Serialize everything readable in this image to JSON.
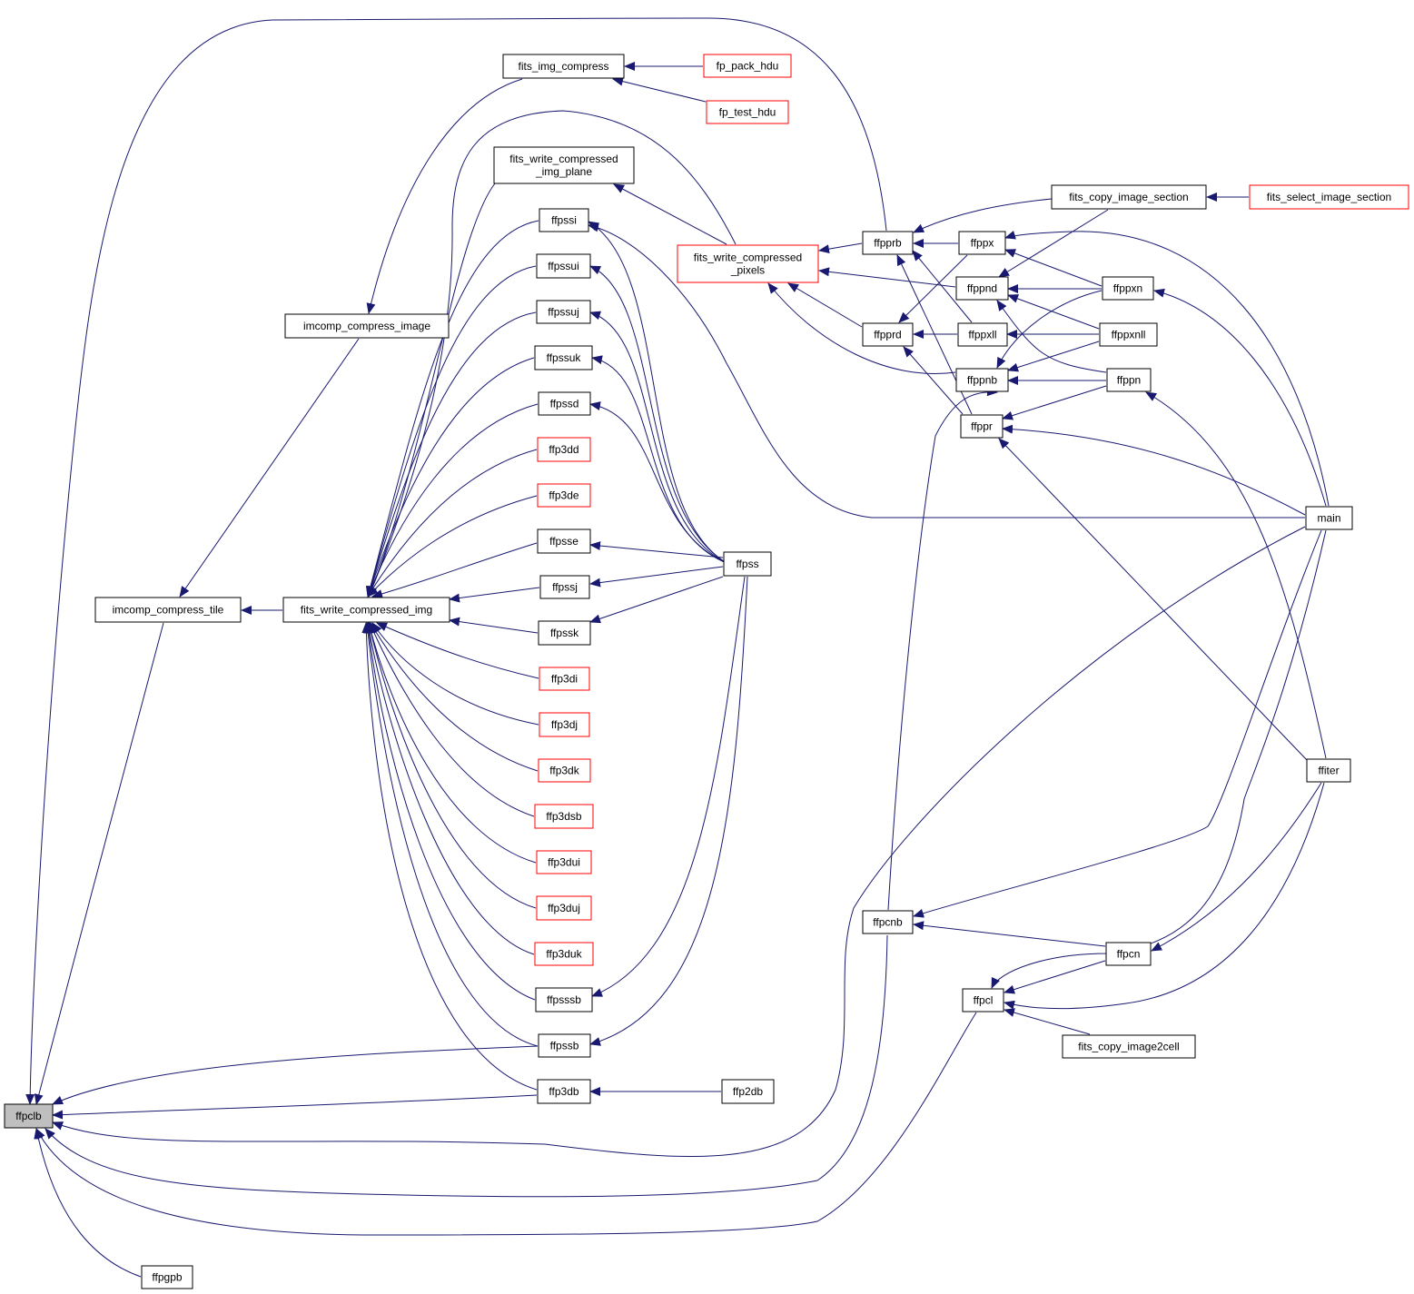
{
  "colors": {
    "edge": "#191970",
    "node_border": "#000000",
    "node_border_truncated": "#ff0000",
    "focus_fill": "#bfbfbf",
    "node_fill": "#ffffff"
  },
  "nodes": [
    {
      "id": "ffpclb",
      "lines": [
        "ffpclb"
      ],
      "focus": true
    },
    {
      "id": "ffpgpb",
      "lines": [
        "ffpgpb"
      ]
    },
    {
      "id": "imcomp_compress_tile",
      "lines": [
        "imcomp_compress_tile"
      ]
    },
    {
      "id": "imcomp_compress_image",
      "lines": [
        "imcomp_compress_image"
      ]
    },
    {
      "id": "fits_write_compressed_img",
      "lines": [
        "fits_write_compressed_img"
      ]
    },
    {
      "id": "fits_img_compress",
      "lines": [
        "fits_img_compress"
      ]
    },
    {
      "id": "fits_write_compressed_img_plane",
      "lines": [
        "fits_write_compressed",
        "_img_plane"
      ]
    },
    {
      "id": "fp_pack_hdu",
      "lines": [
        "fp_pack_hdu"
      ],
      "truncated": true
    },
    {
      "id": "fp_test_hdu",
      "lines": [
        "fp_test_hdu"
      ],
      "truncated": true
    },
    {
      "id": "ffpssi",
      "lines": [
        "ffpssi"
      ]
    },
    {
      "id": "ffpssui",
      "lines": [
        "ffpssui"
      ]
    },
    {
      "id": "ffpssuj",
      "lines": [
        "ffpssuj"
      ]
    },
    {
      "id": "ffpssuk",
      "lines": [
        "ffpssuk"
      ]
    },
    {
      "id": "ffpssd",
      "lines": [
        "ffpssd"
      ]
    },
    {
      "id": "ffp3dd",
      "lines": [
        "ffp3dd"
      ],
      "truncated": true
    },
    {
      "id": "ffp3de",
      "lines": [
        "ffp3de"
      ],
      "truncated": true
    },
    {
      "id": "ffpsse",
      "lines": [
        "ffpsse"
      ]
    },
    {
      "id": "ffpssj",
      "lines": [
        "ffpssj"
      ]
    },
    {
      "id": "ffpssk",
      "lines": [
        "ffpssk"
      ]
    },
    {
      "id": "ffp3di",
      "lines": [
        "ffp3di"
      ],
      "truncated": true
    },
    {
      "id": "ffp3dj",
      "lines": [
        "ffp3dj"
      ],
      "truncated": true
    },
    {
      "id": "ffp3dk",
      "lines": [
        "ffp3dk"
      ],
      "truncated": true
    },
    {
      "id": "ffp3dsb",
      "lines": [
        "ffp3dsb"
      ],
      "truncated": true
    },
    {
      "id": "ffp3dui",
      "lines": [
        "ffp3dui"
      ],
      "truncated": true
    },
    {
      "id": "ffp3duj",
      "lines": [
        "ffp3duj"
      ],
      "truncated": true
    },
    {
      "id": "ffp3duk",
      "lines": [
        "ffp3duk"
      ],
      "truncated": true
    },
    {
      "id": "ffpsssb",
      "lines": [
        "ffpsssb"
      ]
    },
    {
      "id": "ffpssb",
      "lines": [
        "ffpssb"
      ]
    },
    {
      "id": "ffp3db",
      "lines": [
        "ffp3db"
      ]
    },
    {
      "id": "ffp2db",
      "lines": [
        "ffp2db"
      ]
    },
    {
      "id": "ffpss",
      "lines": [
        "ffpss"
      ]
    },
    {
      "id": "fits_write_compressed_pixels",
      "lines": [
        "fits_write_compressed",
        "_pixels"
      ],
      "truncated": true
    },
    {
      "id": "ffpprb",
      "lines": [
        "ffpprb"
      ]
    },
    {
      "id": "ffpprd",
      "lines": [
        "ffpprd"
      ]
    },
    {
      "id": "ffppx",
      "lines": [
        "ffppx"
      ]
    },
    {
      "id": "ffppnd",
      "lines": [
        "ffppnd"
      ]
    },
    {
      "id": "ffppxll",
      "lines": [
        "ffppxll"
      ]
    },
    {
      "id": "ffppnb",
      "lines": [
        "ffppnb"
      ]
    },
    {
      "id": "ffppr",
      "lines": [
        "ffppr"
      ]
    },
    {
      "id": "fits_copy_image_section",
      "lines": [
        "fits_copy_image_section"
      ]
    },
    {
      "id": "fits_select_image_section",
      "lines": [
        "fits_select_image_section"
      ],
      "truncated": true
    },
    {
      "id": "ffppxn",
      "lines": [
        "ffppxn"
      ]
    },
    {
      "id": "ffppxnll",
      "lines": [
        "ffppxnll"
      ]
    },
    {
      "id": "ffppn",
      "lines": [
        "ffppn"
      ]
    },
    {
      "id": "main",
      "lines": [
        "main"
      ]
    },
    {
      "id": "ffiter",
      "lines": [
        "ffiter"
      ]
    },
    {
      "id": "ffpcnb",
      "lines": [
        "ffpcnb"
      ]
    },
    {
      "id": "ffpcn",
      "lines": [
        "ffpcn"
      ]
    },
    {
      "id": "ffpcl",
      "lines": [
        "ffpcl"
      ]
    },
    {
      "id": "fits_copy_image2cell",
      "lines": [
        "fits_copy_image2cell"
      ]
    }
  ],
  "edges": [
    {
      "from": "ffpgpb",
      "to": "ffpclb"
    },
    {
      "from": "imcomp_compress_tile",
      "to": "ffpclb"
    },
    {
      "from": "ffpssb",
      "to": "ffpclb"
    },
    {
      "from": "ffp3db",
      "to": "ffpclb"
    },
    {
      "from": "ffpprb",
      "to": "ffpclb"
    },
    {
      "from": "main",
      "to": "ffpclb"
    },
    {
      "from": "ffpcnb",
      "to": "ffpclb"
    },
    {
      "from": "ffpcl",
      "to": "ffpclb"
    },
    {
      "from": "imcomp_compress_image",
      "to": "imcomp_compress_tile"
    },
    {
      "from": "fits_write_compressed_img",
      "to": "imcomp_compress_tile"
    },
    {
      "from": "fits_img_compress",
      "to": "imcomp_compress_image"
    },
    {
      "from": "fp_pack_hdu",
      "to": "fits_img_compress"
    },
    {
      "from": "fp_test_hdu",
      "to": "fits_img_compress"
    },
    {
      "from": "fits_write_compressed_img_plane",
      "to": "fits_write_compressed_img"
    },
    {
      "from": "fits_write_compressed_pixels",
      "to": "fits_write_compressed_img"
    },
    {
      "from": "ffpssi",
      "to": "fits_write_compressed_img"
    },
    {
      "from": "ffpssui",
      "to": "fits_write_compressed_img"
    },
    {
      "from": "ffpssuj",
      "to": "fits_write_compressed_img"
    },
    {
      "from": "ffpssuk",
      "to": "fits_write_compressed_img"
    },
    {
      "from": "ffpssd",
      "to": "fits_write_compressed_img"
    },
    {
      "from": "ffp3dd",
      "to": "fits_write_compressed_img"
    },
    {
      "from": "ffp3de",
      "to": "fits_write_compressed_img"
    },
    {
      "from": "ffpsse",
      "to": "fits_write_compressed_img"
    },
    {
      "from": "ffpssj",
      "to": "fits_write_compressed_img"
    },
    {
      "from": "ffpssk",
      "to": "fits_write_compressed_img"
    },
    {
      "from": "ffp3di",
      "to": "fits_write_compressed_img"
    },
    {
      "from": "ffp3dj",
      "to": "fits_write_compressed_img"
    },
    {
      "from": "ffp3dk",
      "to": "fits_write_compressed_img"
    },
    {
      "from": "ffp3dsb",
      "to": "fits_write_compressed_img"
    },
    {
      "from": "ffp3dui",
      "to": "fits_write_compressed_img"
    },
    {
      "from": "ffp3duj",
      "to": "fits_write_compressed_img"
    },
    {
      "from": "ffp3duk",
      "to": "fits_write_compressed_img"
    },
    {
      "from": "ffpsssb",
      "to": "fits_write_compressed_img"
    },
    {
      "from": "ffpssb",
      "to": "fits_write_compressed_img"
    },
    {
      "from": "ffp3db",
      "to": "fits_write_compressed_img"
    },
    {
      "from": "fits_write_compressed_pixels",
      "to": "fits_write_compressed_img_plane"
    },
    {
      "from": "ffpss",
      "to": "ffpssi"
    },
    {
      "from": "main",
      "to": "ffpssi"
    },
    {
      "from": "ffpss",
      "to": "ffpssui"
    },
    {
      "from": "ffpss",
      "to": "ffpssuj"
    },
    {
      "from": "ffpss",
      "to": "ffpssuk"
    },
    {
      "from": "ffpss",
      "to": "ffpssd"
    },
    {
      "from": "ffpss",
      "to": "ffpsse"
    },
    {
      "from": "ffpss",
      "to": "ffpssj"
    },
    {
      "from": "ffpss",
      "to": "ffpssk"
    },
    {
      "from": "ffpss",
      "to": "ffpsssb"
    },
    {
      "from": "ffpss",
      "to": "ffpssb"
    },
    {
      "from": "ffp2db",
      "to": "ffp3db"
    },
    {
      "from": "ffpprb",
      "to": "fits_write_compressed_pixels"
    },
    {
      "from": "ffppnd",
      "to": "fits_write_compressed_pixels"
    },
    {
      "from": "ffpprd",
      "to": "fits_write_compressed_pixels"
    },
    {
      "from": "ffppnb",
      "to": "fits_write_compressed_pixels"
    },
    {
      "from": "ffppx",
      "to": "ffpprb"
    },
    {
      "from": "fits_copy_image_section",
      "to": "ffpprb"
    },
    {
      "from": "ffppxll",
      "to": "ffpprb"
    },
    {
      "from": "ffppr",
      "to": "ffpprb"
    },
    {
      "from": "ffppx",
      "to": "ffpprd"
    },
    {
      "from": "ffppxll",
      "to": "ffpprd"
    },
    {
      "from": "ffppr",
      "to": "ffpprd"
    },
    {
      "from": "main",
      "to": "ffppx"
    },
    {
      "from": "ffppxn",
      "to": "ffppx"
    },
    {
      "from": "fits_copy_image_section",
      "to": "ffppnd"
    },
    {
      "from": "ffppxn",
      "to": "ffppnd"
    },
    {
      "from": "ffppxnll",
      "to": "ffppnd"
    },
    {
      "from": "ffppn",
      "to": "ffppnd"
    },
    {
      "from": "ffppxnll",
      "to": "ffppxll"
    },
    {
      "from": "ffppxn",
      "to": "ffppnb"
    },
    {
      "from": "ffppxnll",
      "to": "ffppnb"
    },
    {
      "from": "ffppn",
      "to": "ffppnb"
    },
    {
      "from": "ffpcnb",
      "to": "ffppnb"
    },
    {
      "from": "ffppn",
      "to": "ffppr"
    },
    {
      "from": "main",
      "to": "ffppr"
    },
    {
      "from": "ffiter",
      "to": "ffppr"
    },
    {
      "from": "fits_select_image_section",
      "to": "fits_copy_image_section"
    },
    {
      "from": "main",
      "to": "ffppxn"
    },
    {
      "from": "ffiter",
      "to": "ffppn"
    },
    {
      "from": "main",
      "to": "ffpcnb"
    },
    {
      "from": "ffpcn",
      "to": "ffpcnb"
    },
    {
      "from": "ffiter",
      "to": "ffpcn"
    },
    {
      "from": "ffpcn",
      "to": "ffpcl"
    },
    {
      "from": "ffiter",
      "to": "ffpcl"
    },
    {
      "from": "fits_copy_image2cell",
      "to": "ffpcl"
    },
    {
      "from": "main",
      "to": "ffpcl"
    }
  ]
}
